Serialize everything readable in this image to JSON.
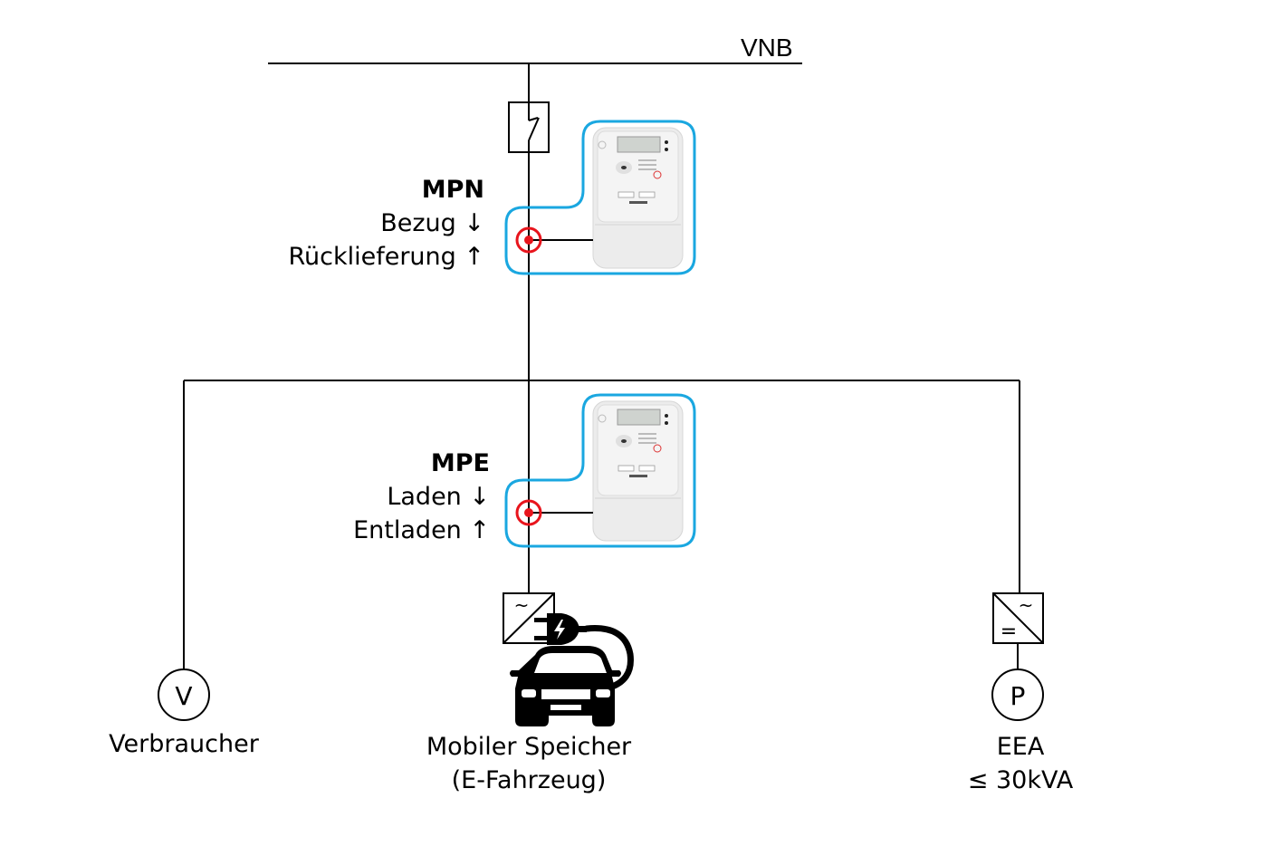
{
  "grid": {
    "label": "VNB"
  },
  "meters": [
    {
      "id": "MPN",
      "title": "MPN",
      "line1": "Bezug ↓",
      "line2": "Rücklieferung ↑"
    },
    {
      "id": "MPE",
      "title": "MPE",
      "line1": "Laden ↓",
      "line2": "Entladen ↑"
    }
  ],
  "consumers": {
    "verbraucher": {
      "symbol": "V",
      "label": "Verbraucher"
    },
    "ev": {
      "label_line1": "Mobiler Speicher",
      "label_line2": "(E-Fahrzeug)",
      "inverter_symbol": "~"
    },
    "eea": {
      "symbol": "P",
      "label_line1": "EEA",
      "label_line2": "≤ 30kVA",
      "inverter_ac": "~",
      "inverter_dc": "="
    }
  },
  "colors": {
    "line": "#000000",
    "meter_outline": "#1aa7e0",
    "measurement_point": "#e8141c",
    "meter_body": "#ededed"
  }
}
